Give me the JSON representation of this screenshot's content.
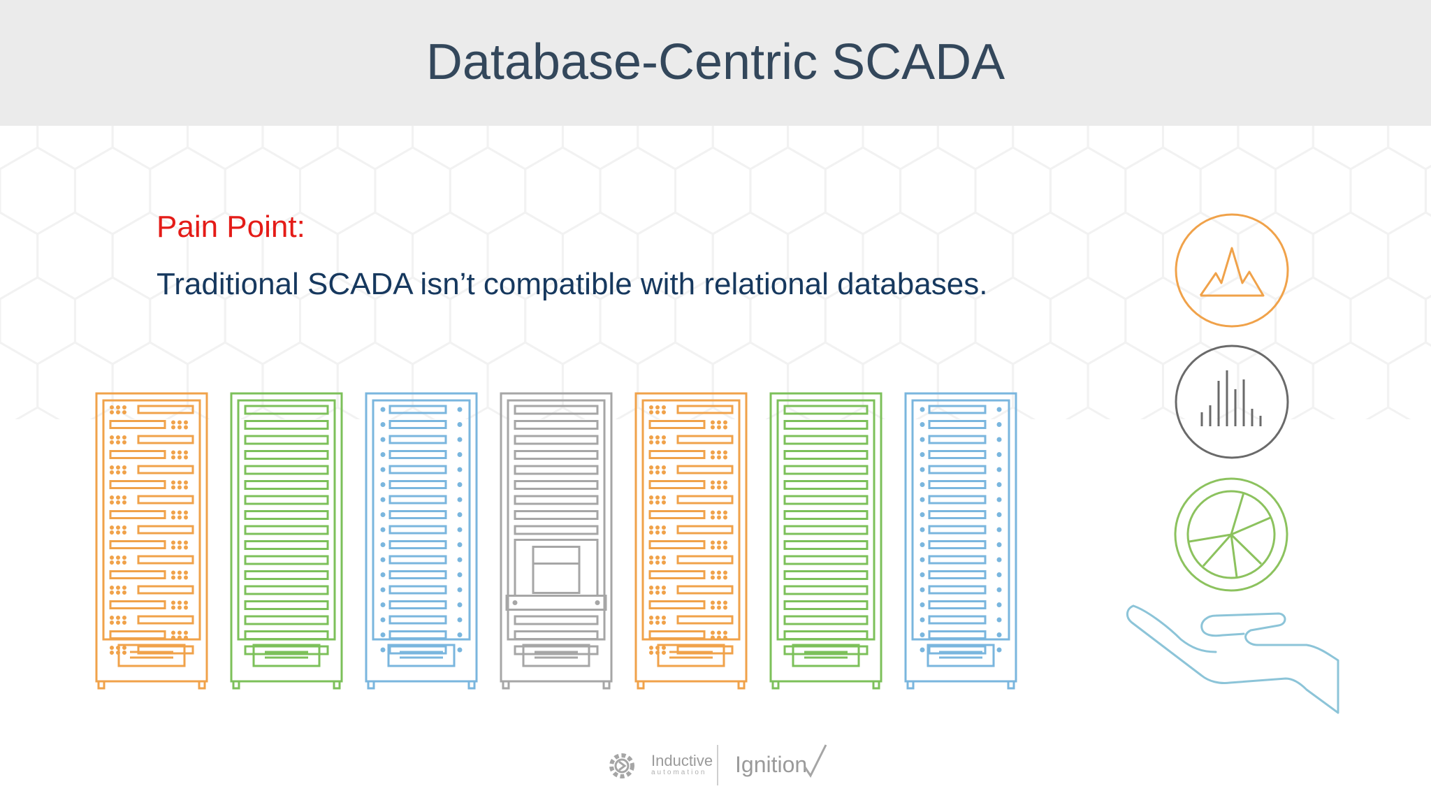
{
  "slide": {
    "title": "Database-Centric SCADA",
    "pain_label": "Pain Point:",
    "pain_text": "Traditional SCADA isn’t compatible with relational databases."
  },
  "racks": [
    {
      "style": "dots",
      "color": "#f0a24a"
    },
    {
      "style": "plain",
      "color": "#7cc05a"
    },
    {
      "style": "dot-right",
      "color": "#7ab6de"
    },
    {
      "style": "drawer",
      "color": "#a6a6a6"
    },
    {
      "style": "dots",
      "color": "#f0a24a"
    },
    {
      "style": "plain",
      "color": "#7cc05a"
    },
    {
      "style": "dot-right",
      "color": "#7ab6de"
    }
  ],
  "side_icons": [
    {
      "name": "mountain-chart-icon",
      "color": "#f0a24a"
    },
    {
      "name": "bar-chart-icon",
      "color": "#6a6a6a"
    },
    {
      "name": "pie-chart-icon",
      "color": "#8cc25e"
    },
    {
      "name": "open-hand-icon",
      "color": "#8cc4d8"
    }
  ],
  "footer": {
    "brand1": "Inductive",
    "brand1_sub": "automation",
    "brand2": "Ignition"
  }
}
